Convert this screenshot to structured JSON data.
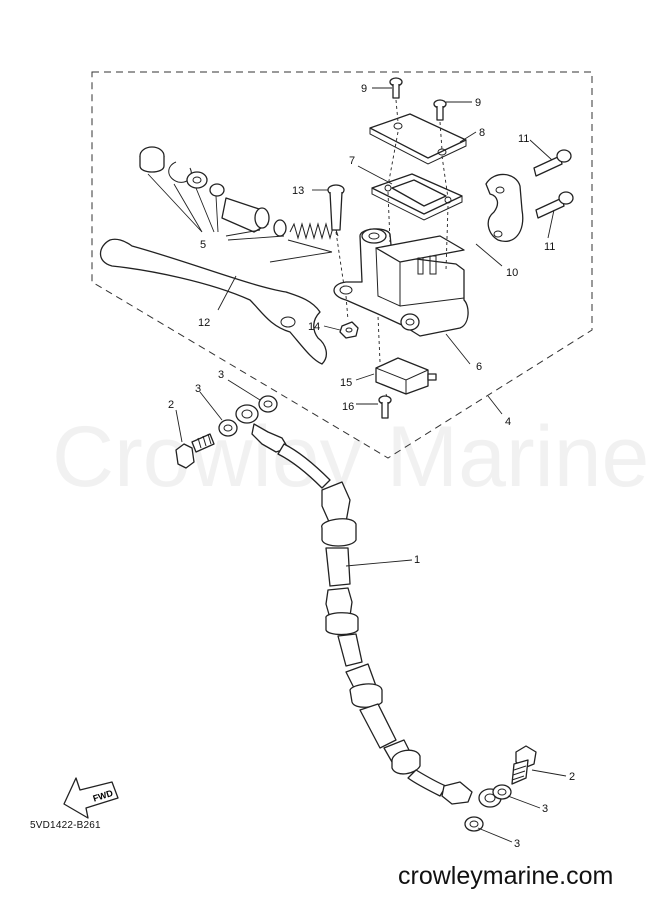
{
  "watermark": "Crowley Marine",
  "site": "crowleymarine.com",
  "drawing_code": "5VD1422-B261",
  "fwd_label": "FWD",
  "callouts": {
    "c1": "1",
    "c2a": "2",
    "c2b": "2",
    "c3a": "3",
    "c3b": "3",
    "c3c": "3",
    "c3d": "3",
    "c4": "4",
    "c5": "5",
    "c6": "6",
    "c7": "7",
    "c8": "8",
    "c9a": "9",
    "c9b": "9",
    "c10": "10",
    "c11a": "11",
    "c11b": "11",
    "c12": "12",
    "c13": "13",
    "c14": "14",
    "c15": "15",
    "c16": "16"
  }
}
